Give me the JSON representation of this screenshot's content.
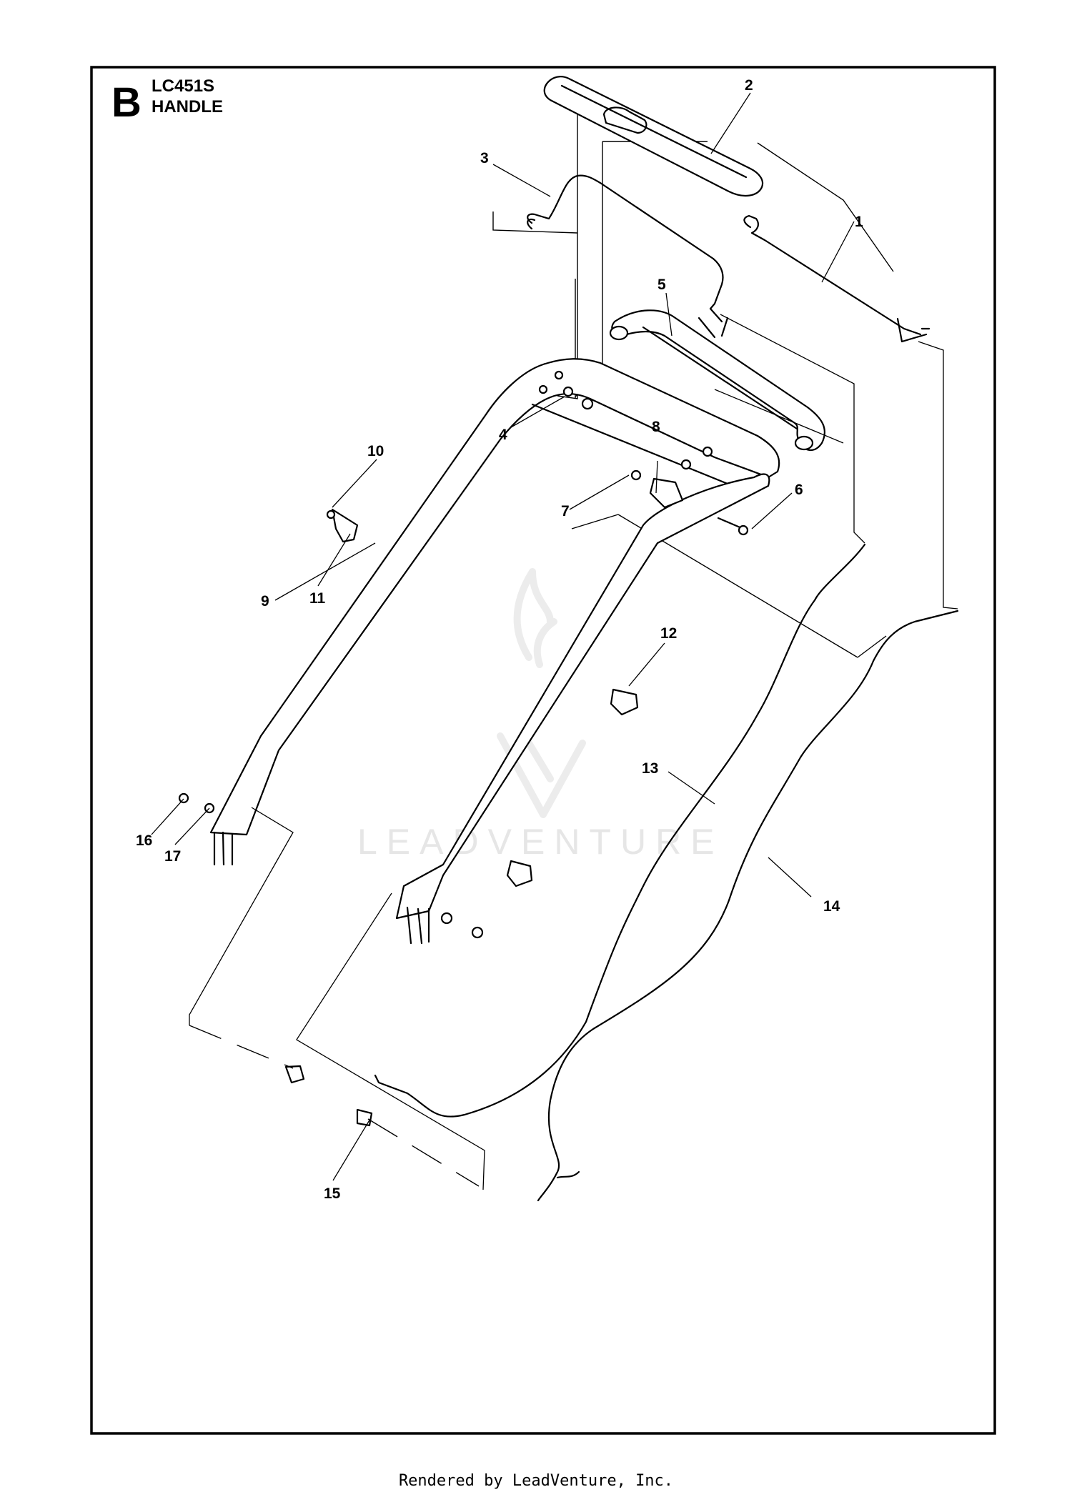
{
  "header": {
    "section_letter": "B",
    "model": "LC451S",
    "assembly": "HANDLE"
  },
  "callouts": [
    {
      "id": "1",
      "label": "1"
    },
    {
      "id": "2",
      "label": "2"
    },
    {
      "id": "3",
      "label": "3"
    },
    {
      "id": "4",
      "label": "4"
    },
    {
      "id": "5",
      "label": "5"
    },
    {
      "id": "6",
      "label": "6"
    },
    {
      "id": "7",
      "label": "7"
    },
    {
      "id": "8",
      "label": "8"
    },
    {
      "id": "9",
      "label": "9"
    },
    {
      "id": "10",
      "label": "10"
    },
    {
      "id": "11",
      "label": "11"
    },
    {
      "id": "12",
      "label": "12"
    },
    {
      "id": "13",
      "label": "13"
    },
    {
      "id": "14",
      "label": "14"
    },
    {
      "id": "15",
      "label": "15"
    },
    {
      "id": "16",
      "label": "16"
    },
    {
      "id": "17",
      "label": "17"
    }
  ],
  "watermark": {
    "text": "LEADVENTURE",
    "logo_icon": "leadventure-flame-logo"
  },
  "footer": {
    "text": "Rendered by LeadVenture, Inc."
  }
}
